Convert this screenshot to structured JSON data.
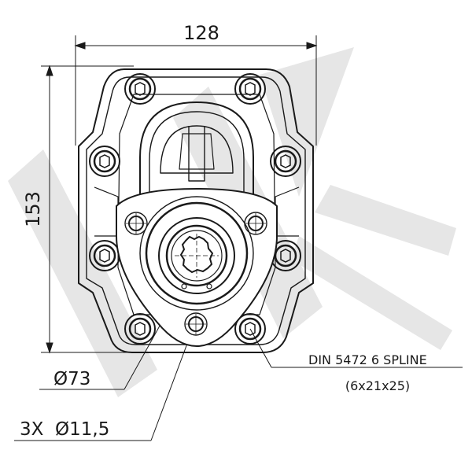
{
  "dimensions": {
    "width": "128",
    "height": "153",
    "flange_diameter": "Ø73",
    "holes": "3X  Ø11,5"
  },
  "callout": {
    "line1": "DIN 5472 6 SPLINE",
    "line2": "(6x21x25)"
  },
  "watermark": {
    "letters": "BK",
    "color": "#e6e6e6"
  },
  "colors": {
    "line": "#1a1a1a",
    "background": "#ffffff"
  }
}
